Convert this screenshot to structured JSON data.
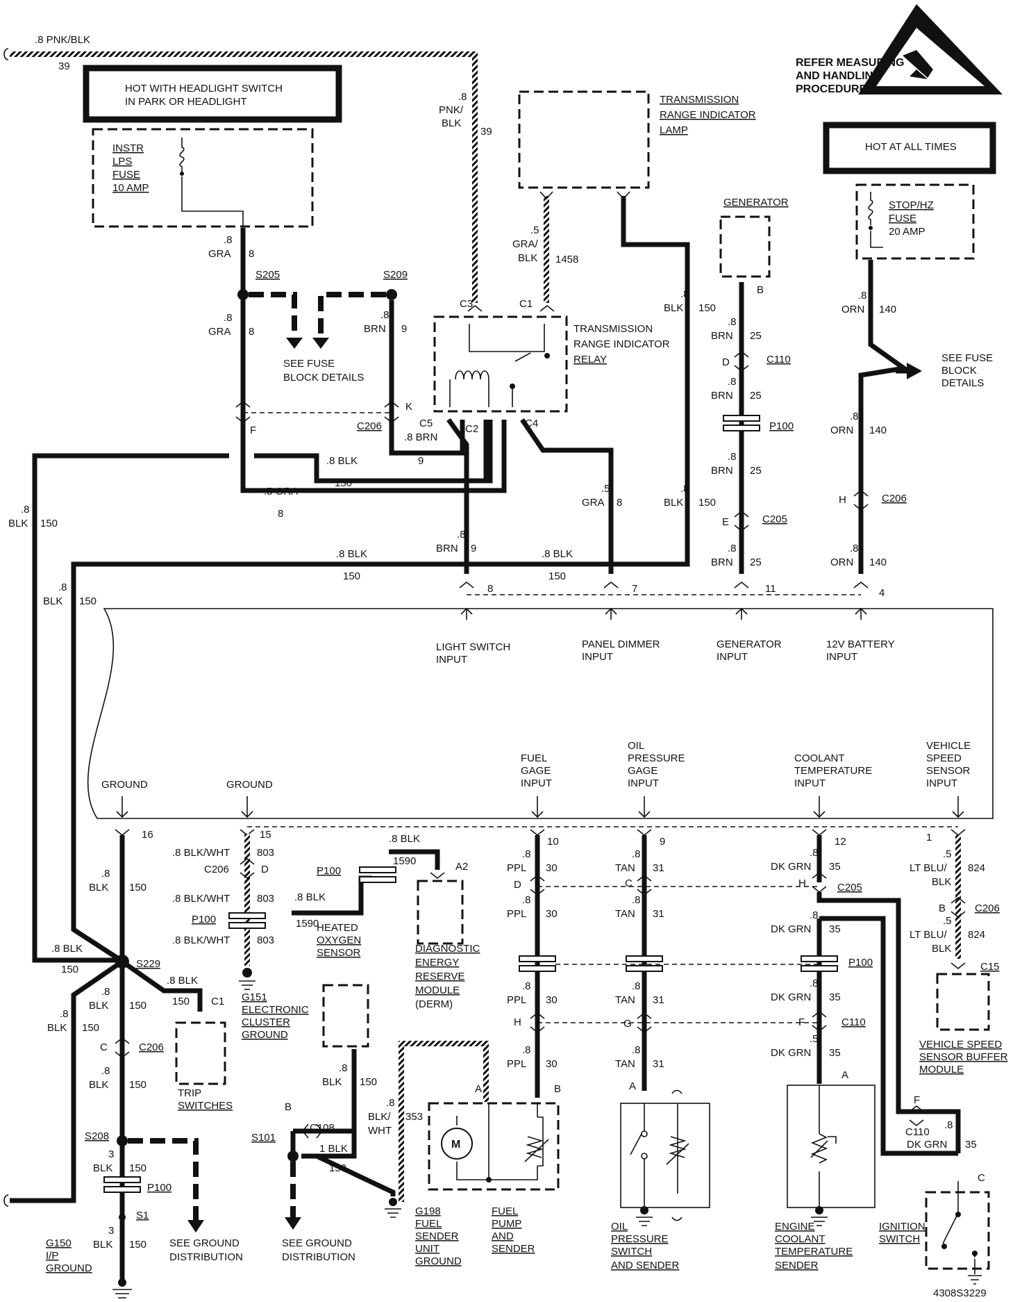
{
  "warning": {
    "text": [
      "REFER MEASURING",
      "AND HANDLING",
      "PROCEDURES"
    ]
  },
  "hot_boxes": {
    "headlight": [
      "HOT WITH HEADLIGHT SWITCH",
      "IN PARK OR HEADLIGHT"
    ],
    "all_times": "HOT AT ALL TIMES"
  },
  "fuses": {
    "instr": [
      "INSTR",
      "LPS",
      "FUSE",
      "10 AMP"
    ],
    "stop": [
      "STOP/HZ",
      "FUSE",
      "20 AMP"
    ]
  },
  "components": {
    "trans_lamp": [
      "TRANSMISSION",
      "RANGE INDICATOR",
      "LAMP"
    ],
    "trans_relay": [
      "TRANSMISSION",
      "RANGE INDICATOR",
      "RELAY"
    ],
    "generator": "GENERATOR",
    "see_fuse_left": [
      "SEE FUSE",
      "BLOCK DETAILS"
    ],
    "see_fuse_right": [
      "SEE FUSE",
      "BLOCK",
      "DETAILS"
    ],
    "heated_o2": [
      "HEATED",
      "OXYGEN",
      "SENSOR"
    ],
    "derm": [
      "DIAGNOSTIC",
      "ENERGY",
      "RESERVE",
      "MODULE",
      "(DERM)"
    ],
    "g151": [
      "G151",
      "ELECTRONIC",
      "CLUSTER",
      "GROUND"
    ],
    "trip": [
      "TRIP",
      "SWITCHES"
    ],
    "g198": [
      "G198",
      "FUEL",
      "SENDER",
      "UNIT",
      "GROUND"
    ],
    "fuel_pump": [
      "FUEL",
      "PUMP",
      "AND",
      "SENDER"
    ],
    "oil_switch": [
      "OIL",
      "PRESSURE",
      "SWITCH",
      "AND SENDER"
    ],
    "coolant": [
      "ENGINE",
      "COOLANT",
      "TEMPERATURE",
      "SENDER"
    ],
    "ignition": [
      "IGNITION",
      "SWITCH"
    ],
    "vss_buffer": [
      "VEHICLE SPEED",
      "SENSOR BUFFER",
      "MODULE"
    ],
    "g150": [
      "G150",
      "I/P",
      "GROUND"
    ],
    "see_ground_left": [
      "SEE GROUND",
      "DISTRIBUTION"
    ],
    "see_ground_mid": [
      "SEE GROUND",
      "DISTRIBUTION"
    ]
  },
  "cluster_inputs": {
    "light_switch": [
      "LIGHT SWITCH",
      "INPUT"
    ],
    "panel_dimmer": [
      "PANEL  DIMMER",
      "INPUT"
    ],
    "generator": [
      "GENERATOR",
      "INPUT"
    ],
    "battery": [
      "12V BATTERY",
      "INPUT"
    ],
    "ground1": "GROUND",
    "ground2": "GROUND",
    "fuel": [
      "FUEL",
      "GAGE",
      "INPUT"
    ],
    "oil": [
      "OIL",
      "PRESSURE",
      "GAGE",
      "INPUT"
    ],
    "coolant": [
      "COOLANT",
      "TEMPERATURE",
      "INPUT"
    ],
    "vss": [
      "VEHICLE",
      "SPEED",
      "SENSOR",
      "INPUT"
    ]
  },
  "pins": {
    "top": [
      "8",
      "7",
      "11",
      "4"
    ],
    "bottom": [
      "16",
      "15",
      "10",
      "9",
      "12",
      "1"
    ]
  },
  "connectors": {
    "C3": "C3",
    "C1": "C1",
    "C2": "C2",
    "C4": "C4",
    "C5": "C5",
    "C206": "C206",
    "C110": "C110",
    "C205": "C205",
    "P100": "P100",
    "C108": "C108",
    "C15": "C15",
    "S205": "S205",
    "S209": "S209",
    "S229": "S229",
    "S208": "S208",
    "S101": "S101",
    "S1": "S1",
    "A2": "A2",
    "C1b": "C1"
  },
  "wires": {
    "pnk_top": ".8 PNK/BLK",
    "c39": "39",
    "pnk_v": [
      ".8",
      "PNK/",
      "BLK"
    ],
    "gra_rel": [
      ".5",
      "GRA/",
      "BLK"
    ],
    "c1458": "1458",
    "blk150": [
      ".8",
      "BLK"
    ],
    "c150": "150",
    "gra8": [
      ".8",
      "GRA"
    ],
    "c8": "8",
    "brn9": [
      ".8",
      "BRN"
    ],
    "c9": "9",
    "brn_h": ".8 BRN",
    "blk_h": ".8 BLK",
    "gra_h": ".5 GRA",
    "gra_v": [
      ".5",
      "GRA"
    ],
    "brn25": [
      ".8",
      "BRN"
    ],
    "c25": "25",
    "orn140": [
      ".8",
      "ORN"
    ],
    "c140": "140",
    "blkwht803": ".8 BLK/WHT",
    "c803": "803",
    "c1590": "1590",
    "ppl30": [
      ".8",
      "PPL"
    ],
    "c30": "30",
    "tan31": [
      ".8",
      "TAN"
    ],
    "c31": "31",
    "dkgrn35": ".8",
    "dkgrn": "DK GRN",
    "dkgrn5": ".5",
    "c35": "35",
    "ltblu": [
      ".5",
      "LT BLU/",
      "BLK"
    ],
    "c824": "824",
    "blk3": [
      "3",
      "BLK"
    ],
    "blk1": "1 BLK",
    "blkwht353": [
      ".8",
      "BLK/",
      "WHT"
    ],
    "c353": "353"
  },
  "letters": {
    "F": "F",
    "K": "K",
    "B": "B",
    "D": "D",
    "E": "E",
    "H": "H",
    "C": "C",
    "G": "G",
    "A": "A"
  },
  "motor": "M",
  "figure_id": "4308S3229"
}
